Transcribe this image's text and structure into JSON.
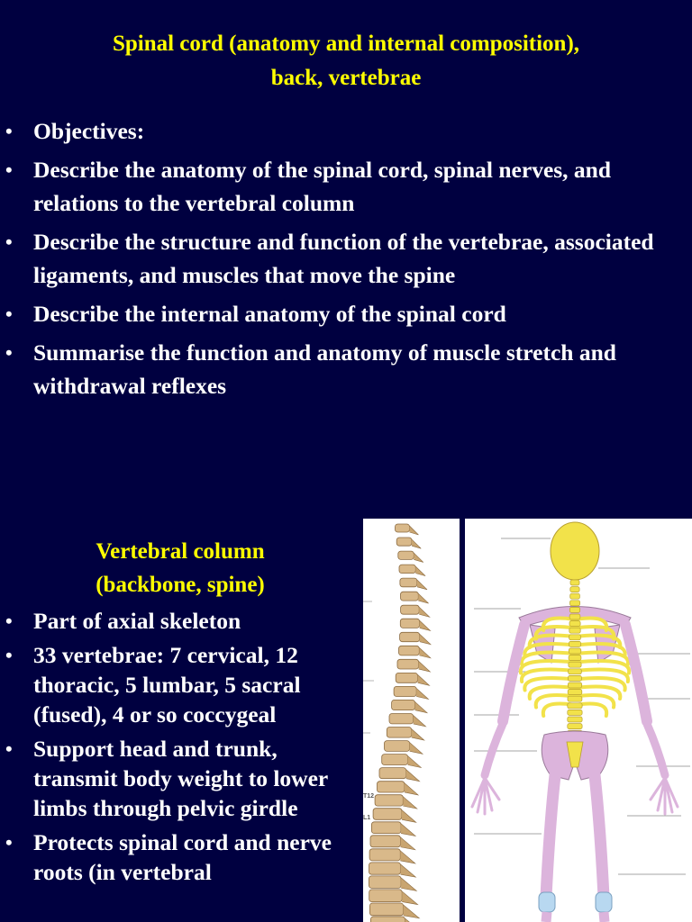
{
  "slide1": {
    "title_line1": "Spinal cord (anatomy and internal composition),",
    "title_line2": "back, vertebrae",
    "bullets": [
      "Objectives:",
      "Describe the anatomy of the spinal cord, spinal nerves, and relations to the vertebral column",
      "Describe the structure and function of the vertebrae, associated ligaments, and muscles that move the spine",
      "Describe the internal anatomy of the spinal cord",
      "Summarise the function and anatomy of muscle stretch and withdrawal reflexes"
    ]
  },
  "slide2": {
    "title_line1": "Vertebral column",
    "title_line2": "(backbone, spine)",
    "bullets": [
      "Part of axial skeleton",
      "33 vertebrae: 7 cervical, 12 thoracic, 5 lumbar, 5 sacral (fused), 4 or so coccygeal",
      "Support head and trunk, transmit body weight to lower limbs through pelvic girdle",
      "Protects spinal cord and nerve roots (in vertebral"
    ],
    "spine_labels": [
      "T12",
      "L1"
    ]
  },
  "colors": {
    "background": "#000040",
    "title": "#ffff00",
    "text": "#ffffff",
    "bone": "#d9b98a",
    "skeleton_axial": "#f2e24a",
    "skeleton_appendicular": "#dcb4dc"
  }
}
